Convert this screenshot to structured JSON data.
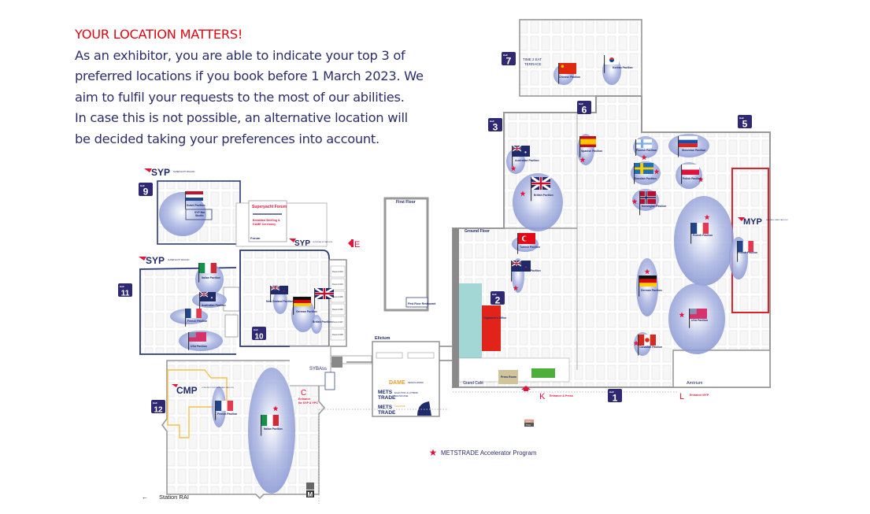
{
  "intro": {
    "title": "YOUR LOCATION MATTERS!",
    "lines": [
      "As an exhibitor, you are able to indicate your top 3 of",
      "preferred locations if you book before 1 March 2023. We",
      "aim to fulfil your requests to the most of our abilities.",
      "In case this is not possible, an alternative location will",
      "be decided taking your preferences into account."
    ]
  },
  "halls": [
    {
      "label": "Hall",
      "number": "9"
    },
    {
      "label": "Hall",
      "number": "11"
    },
    {
      "label": "Hall",
      "number": "10"
    },
    {
      "label": "Hall",
      "number": "12"
    },
    {
      "label": "Hall",
      "number": "7"
    },
    {
      "label": "Hall",
      "number": "6"
    },
    {
      "label": "Hall",
      "number": "3"
    },
    {
      "label": "Hall",
      "number": "5"
    },
    {
      "label": "Hall",
      "number": "2"
    },
    {
      "label": "Hall",
      "number": "1"
    }
  ],
  "logos": [
    {
      "name": "SYP",
      "sub": "SUPERYACHT PAVILION"
    },
    {
      "name": "SYP",
      "sub": "SUPERYACHT PAVILION"
    },
    {
      "name": "SYP",
      "sub": "SUPERYACHT PAVILION"
    },
    {
      "name": "CMP",
      "sub": "CONSTRUCTION MATERIALS PAVILION"
    },
    {
      "name": "MYP",
      "sub": "MARINA & YARD PAVILION"
    }
  ],
  "pavilions": [
    {
      "name": "Dutch Pavilion",
      "flag": "nl"
    },
    {
      "name": "Italian Pavilion",
      "flag": "it"
    },
    {
      "name": "Australian Pavilion",
      "flag": "au"
    },
    {
      "name": "French Pavilion",
      "flag": "fr"
    },
    {
      "name": "USA Pavilion",
      "flag": "us"
    },
    {
      "name": "New Zealand Pavilion",
      "flag": "nz"
    },
    {
      "name": "German Pavilion",
      "flag": "de"
    },
    {
      "name": "British Pavilion",
      "flag": "uk"
    },
    {
      "name": "French Pavilion",
      "flag": "fr"
    },
    {
      "name": "Italian Pavilion",
      "flag": "it"
    },
    {
      "name": "Chinese Pavilion",
      "flag": "cn"
    },
    {
      "name": "Korean Pavilion",
      "flag": "kr"
    },
    {
      "name": "Australian Pavilion",
      "flag": "au"
    },
    {
      "name": "British Pavilion",
      "flag": "uk"
    },
    {
      "name": "Spanish Pavilion",
      "flag": "es"
    },
    {
      "name": "Finnish Pavilion",
      "flag": "fi"
    },
    {
      "name": "Swedish Pavilion",
      "flag": "se"
    },
    {
      "name": "Norwegian Pavilion",
      "flag": "no"
    },
    {
      "name": "Slovenian Pavilion",
      "flag": "si"
    },
    {
      "name": "Polish Pavilion",
      "flag": "pl"
    },
    {
      "name": "French Pavilion",
      "flag": "fr"
    },
    {
      "name": "French Pavilion",
      "flag": "fr"
    },
    {
      "name": "German Pavilion",
      "flag": "de"
    },
    {
      "name": "USA Pavilion",
      "flag": "us"
    },
    {
      "name": "Canadian Pavilion",
      "flag": "ca"
    },
    {
      "name": "Turkish Pavilion",
      "flag": "tr"
    },
    {
      "name": "New Zealand Pavilion",
      "flag": "nz"
    }
  ],
  "entrances": {
    "e": {
      "letter": "E"
    },
    "c": {
      "letter": "C",
      "text1": "Entrance",
      "text2": "for SYP & YPC"
    },
    "k": {
      "letter": "K",
      "text": "Entrance & Press"
    },
    "l": {
      "letter": "L",
      "text": "Entrance MYP"
    }
  },
  "areas": {
    "forum_title": "Superyacht Forum",
    "forum_sub1": "Breakfast Briefing &",
    "forum_sub2": "DAME Ceremony",
    "forum_label": "Forum",
    "syp_bar": "SYP Bar",
    "syp_bar2": "Studio",
    "first_floor": "First Floor",
    "ground_floor": "Ground Floor",
    "first_floor_restaurant": "First Floor Restaurant",
    "organisers_office": "Organiser's Office",
    "grand_cafe": "Grand Café",
    "press_room": "Press Room",
    "elicium": "Elicium",
    "atrium": "Amtrium",
    "time2eat_1": "TIME 2 EAT",
    "time2eat_2": "TERRACE",
    "dame": "DAME",
    "dame_sub": "DESIGN AWARD",
    "mets_trade_1": "METS",
    "mets_trade_2": "TRADE",
    "electric_showcase_1": "ELECTRIC & HYBRID",
    "electric_showcase_2": "SHOWCASE",
    "theatre": "THEATRE",
    "syba": "SYBAss",
    "station": "Station RAI",
    "taxi": "TAXI",
    "tca": "TCA",
    "rooms": [
      "Room E103",
      "Room E104",
      "Room E105",
      "Room E106",
      "Room E107",
      "Room E108"
    ]
  },
  "legend": {
    "accelerator": "METSTRADE Accelerator Program"
  },
  "colors": {
    "red": "#e30613",
    "navy": "#2c2e6a",
    "pavilion": "#8f9fd6",
    "myp_border": "#e0202a",
    "cmp_border": "#f2c24b"
  }
}
